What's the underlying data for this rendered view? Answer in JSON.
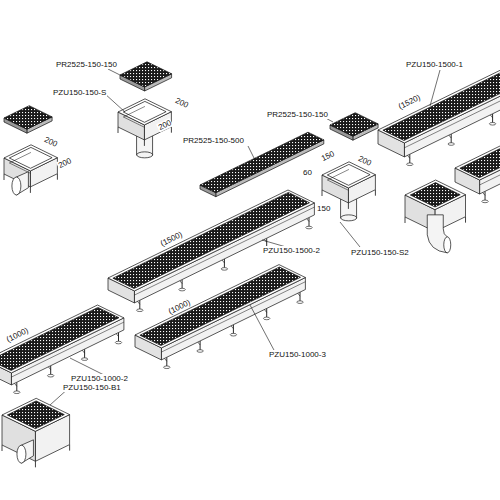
{
  "diagram": {
    "labels": [
      "PR2525-150-150",
      "PZU150-150-S",
      "200",
      "200",
      "PR2525-150-500",
      "PR2525-150-150",
      "PZU150-1500-1",
      "(1520)",
      "150",
      "200",
      "60",
      "200",
      "200",
      "150",
      "(1500)",
      "PZU150-1500-2",
      "PZU150-150-S2",
      "(1000)",
      "(1000)",
      "PZU150-1000-2",
      "PZU150-1000-3",
      "PZU150-150-B1"
    ]
  }
}
